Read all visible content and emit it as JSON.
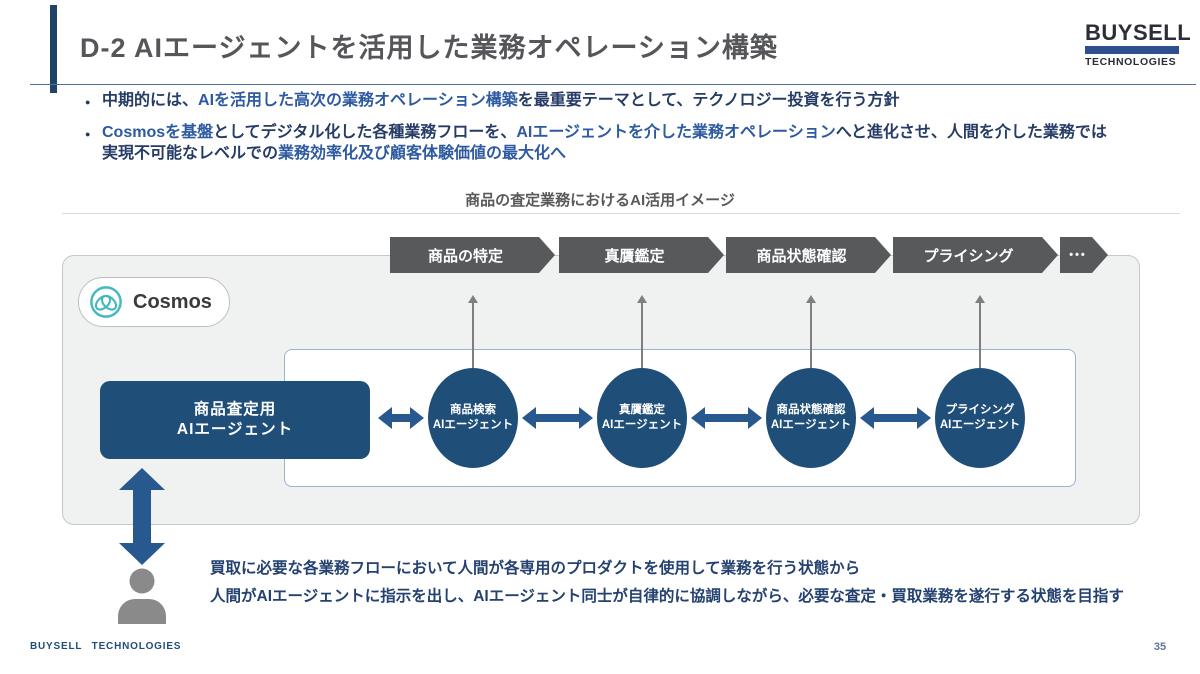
{
  "slide": {
    "title": "D-2 AIエージェントを活用した業務オペレーション構築",
    "footer": "BUYSELL TECHNOLOGIES",
    "page_number": "35",
    "logo": {
      "top": "BUYSELL",
      "bottom": "TECHNOLOGIES"
    }
  },
  "bullets": [
    {
      "segments": [
        {
          "text": "中期的には、",
          "bold": false
        },
        {
          "text": "AIを活用した高次の業務オペレーション構築",
          "bold": true
        },
        {
          "text": "を最重要テーマとして、テクノロジー投資を行う方針",
          "bold": false
        }
      ]
    },
    {
      "segments": [
        {
          "text": "Cosmosを基盤",
          "bold": true
        },
        {
          "text": "としてデジタル化した各種業務フローを、",
          "bold": false
        },
        {
          "text": "AIエージェントを介した業務オペレーション",
          "bold": true
        },
        {
          "text": "へと進化させ、人間を介した業務では実現不可能なレベルでの",
          "bold": false
        },
        {
          "text": "業務効率化及び顧客体験価値の最大化へ",
          "bold": true
        }
      ]
    }
  ],
  "diagram": {
    "caption": "商品の査定業務におけるAI活用イメージ",
    "process_steps": [
      "商品の特定",
      "真贋鑑定",
      "商品状態確認",
      "プライシング"
    ],
    "more_label": "•••",
    "cosmos_label": "Cosmos",
    "main_agent": {
      "line1": "商品査定用",
      "line2": "AIエージェント"
    },
    "agents": [
      {
        "line1": "商品検索",
        "line2": "AIエージェント"
      },
      {
        "line1": "真贋鑑定",
        "line2": "AIエージェント"
      },
      {
        "line1": "商品状態確認",
        "line2": "AIエージェント"
      },
      {
        "line1": "プライシング",
        "line2": "AIエージェント"
      }
    ]
  },
  "bottom_notes": [
    "買取に必要な各業務フローにおいて人間が各専用のプロダクトを使用して業務を行う状態から",
    "人間がAIエージェントに指示を出し、AIエージェント同士が自律的に協調しながら、必要な査定・買取業務を遂行する状態を目指す"
  ],
  "colors": {
    "navy": "#1f4e79",
    "arrow_navy": "#27598e",
    "chevron_gray": "#58595b",
    "teal": "#45b8bf",
    "accent_bar": "#1f4467",
    "regular_text": "#263c66",
    "bold_text": "#2d5aa0",
    "note_text": "#24416f",
    "person_gray": "#8a8a8a"
  }
}
